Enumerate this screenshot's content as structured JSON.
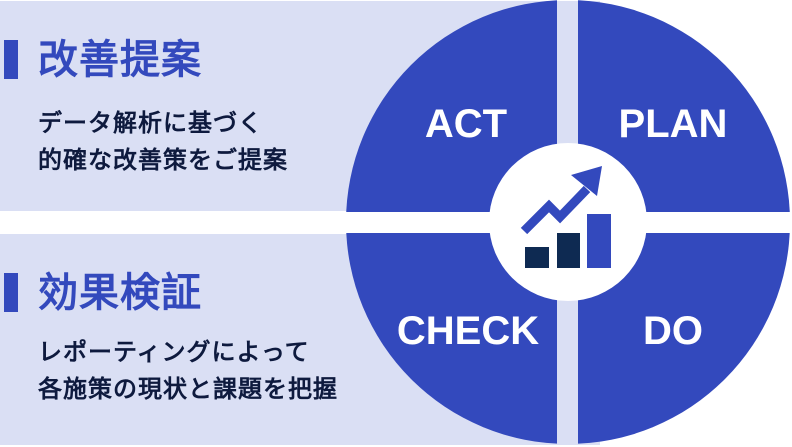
{
  "sections": [
    {
      "title": "改善提案",
      "description_lines": [
        "データ解析に基づく",
        "的確な改善策をご提案"
      ]
    },
    {
      "title": "効果検証",
      "description_lines": [
        "レポーティングによって",
        "各施策の現状と課題を把握"
      ]
    }
  ],
  "cycle": {
    "quadrants": [
      {
        "position": "top-left",
        "label": "ACT"
      },
      {
        "position": "top-right",
        "label": "PLAN"
      },
      {
        "position": "bottom-left",
        "label": "CHECK"
      },
      {
        "position": "bottom-right",
        "label": "DO"
      }
    ],
    "center_icon": "growth-chart-icon"
  },
  "colors": {
    "accent_blue": "#3349bd",
    "panel_background": "#dadff4",
    "text_dark": "#0e1a3e",
    "bar_dark": "#0e2a52",
    "white": "#ffffff"
  }
}
